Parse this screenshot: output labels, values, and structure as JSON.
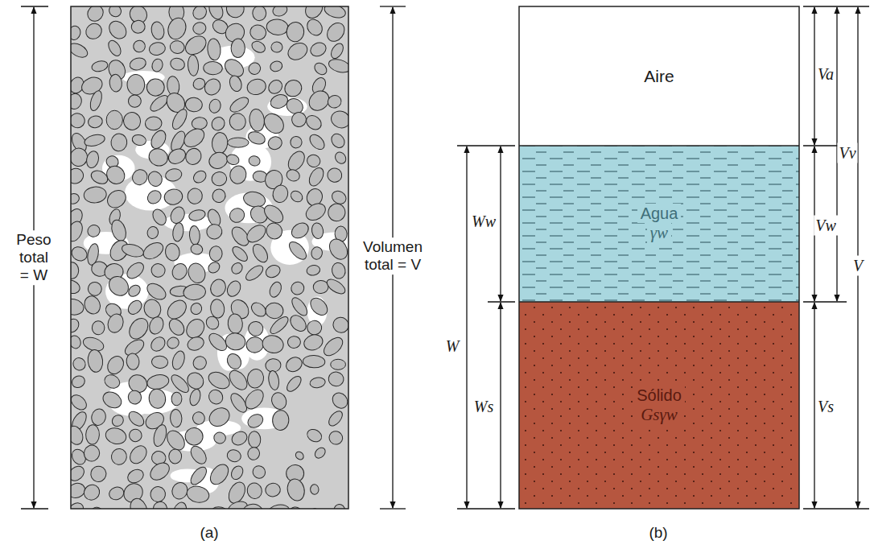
{
  "diagram": {
    "nodes": [
      {
        "text": [
          "Aire"
        ]
      },
      {
        "text": [
          "Agua",
          "γw"
        ]
      },
      {
        "text": [
          "Sólido",
          "Gsγw"
        ]
      }
    ],
    "edges": [],
    "labels": [
      "Peso total = W",
      "Volumen total = V",
      "(a)",
      "Va",
      "Vv",
      "Vw",
      "V",
      "Vs",
      "Ww",
      "W",
      "Ws",
      "(b)"
    ]
  }
}
